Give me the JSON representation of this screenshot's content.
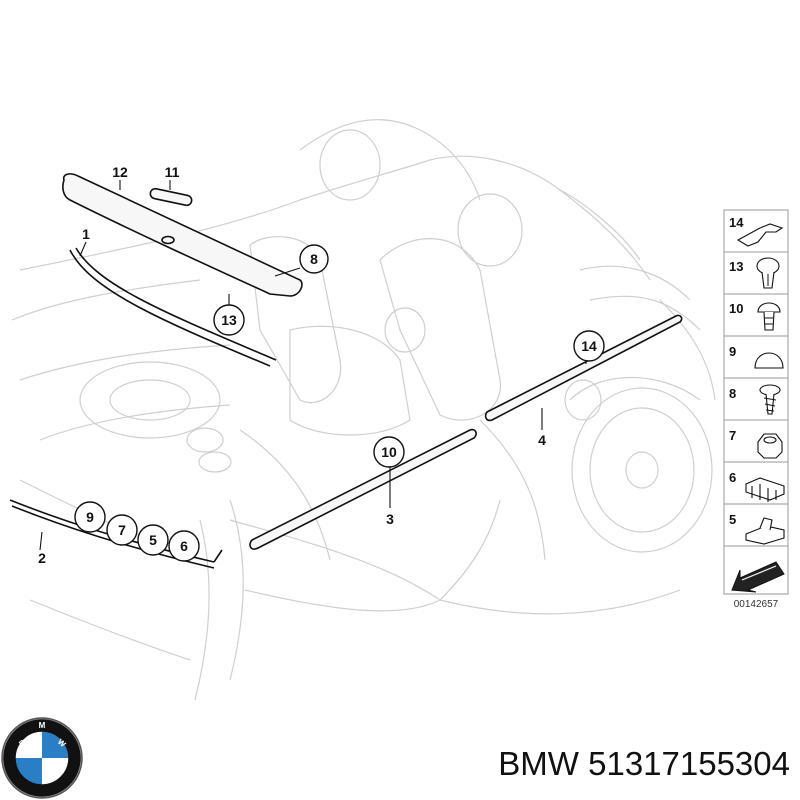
{
  "callouts": [
    {
      "label": "12",
      "circled": false
    },
    {
      "label": "11",
      "circled": false
    },
    {
      "label": "1",
      "circled": false
    },
    {
      "label": "8",
      "circled": true
    },
    {
      "label": "13",
      "circled": true
    },
    {
      "label": "14",
      "circled": true
    },
    {
      "label": "4",
      "circled": false
    },
    {
      "label": "10",
      "circled": true
    },
    {
      "label": "3",
      "circled": false
    },
    {
      "label": "9",
      "circled": true
    },
    {
      "label": "7",
      "circled": true
    },
    {
      "label": "5",
      "circled": true
    },
    {
      "label": "6",
      "circled": true
    },
    {
      "label": "2",
      "circled": false
    }
  ],
  "legend": {
    "items": [
      {
        "num": "14",
        "icon": "clip-bracket-icon"
      },
      {
        "num": "13",
        "icon": "expanding-clip-icon"
      },
      {
        "num": "10",
        "icon": "push-rivet-icon"
      },
      {
        "num": "9",
        "icon": "dome-cap-icon"
      },
      {
        "num": "8",
        "icon": "screw-icon"
      },
      {
        "num": "7",
        "icon": "hex-nut-icon"
      },
      {
        "num": "6",
        "icon": "spring-clip-icon"
      },
      {
        "num": "5",
        "icon": "holder-clip-icon"
      }
    ],
    "footer_icon": "direction-arrow-icon",
    "diagram_code": "00142657"
  },
  "brand": {
    "logo_letters": [
      "B",
      "M",
      "W"
    ],
    "part_title": "BMW 51317155304"
  },
  "colors": {
    "ink": "#111111",
    "car_lines": "#cfcfcf",
    "logo_blue": "#2a7fc4",
    "logo_ring": "#000000"
  }
}
